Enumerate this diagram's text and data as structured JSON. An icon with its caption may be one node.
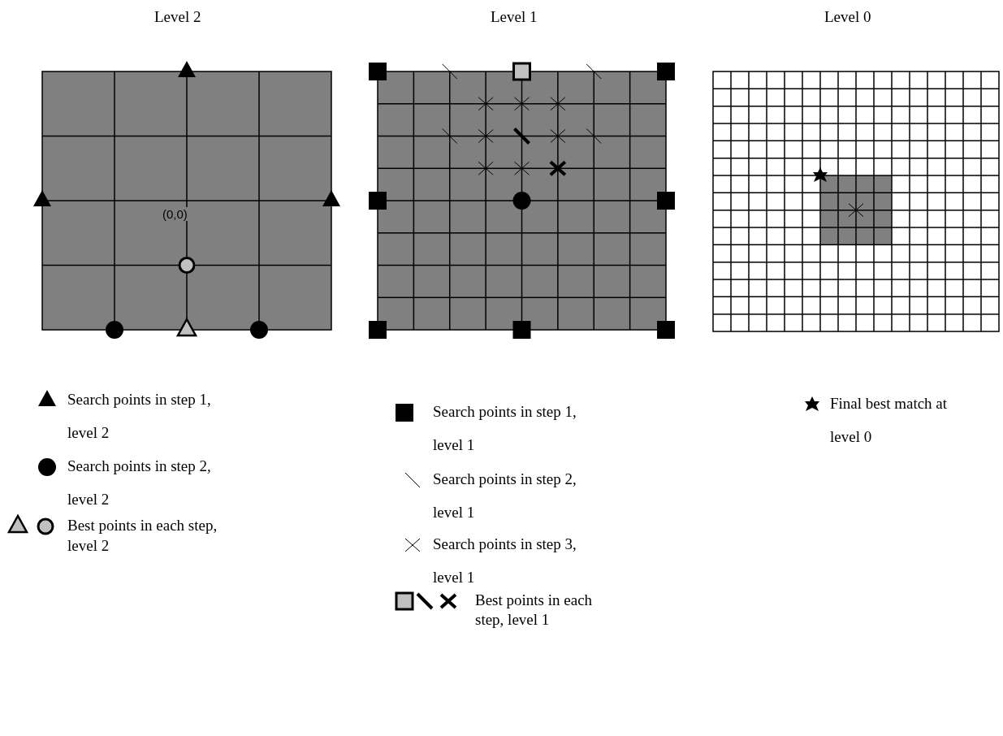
{
  "diagram": {
    "labels": [
      "Level 2",
      "Level 1",
      "Level 0",
      "(0,0)"
    ],
    "legend": [
      {
        "text": "Search points in step 1, level 2"
      },
      {
        "text": "Search points in step 2, level 2"
      },
      {
        "text": "Best points in each step, level 2"
      },
      {
        "text": "Search points in step 1, level 1"
      },
      {
        "text": "Search points in step 2, level 1"
      },
      {
        "text": "Search points in step 3, level 1"
      },
      {
        "text": "Best points in each step, level 1"
      },
      {
        "text": "Final best match at level 0"
      }
    ]
  }
}
